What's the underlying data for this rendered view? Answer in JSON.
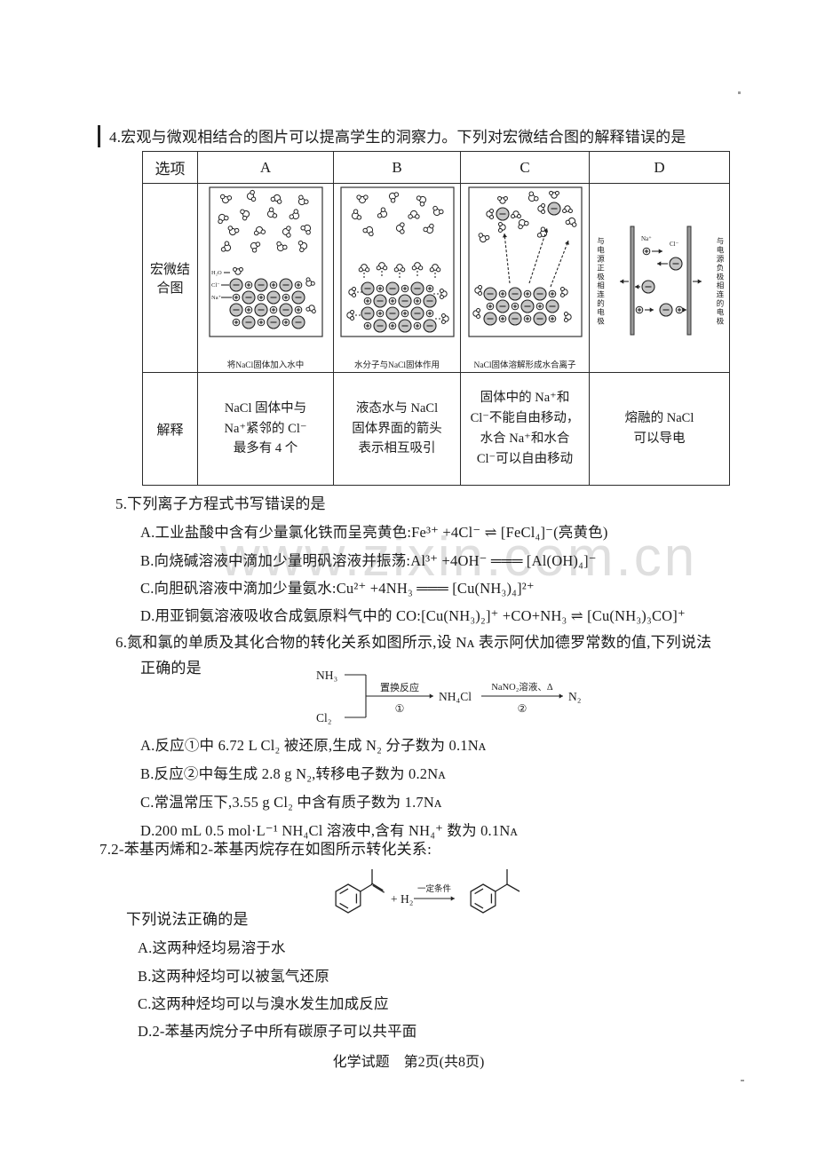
{
  "watermark": "www.zixin.com.cn",
  "footer": "化学试题　第2页(共8页)",
  "q4": {
    "stem": "4.宏观与微观相结合的图片可以提高学生的洞察力。下列对宏微结合图的解释错误的是",
    "table": {
      "header": [
        "选项",
        "A",
        "B",
        "C",
        "D"
      ],
      "row_diagram_label": "宏微结\n合图",
      "row_explain_label": "解释",
      "captions": {
        "A": "将NaCl固体加入水中",
        "B": "水分子与NaCl固体作用",
        "C": "NaCl固体溶解形成水合离子"
      },
      "ion_labels": {
        "h2o": "H₂O",
        "cl": "Cl⁻",
        "na": "Na⁺"
      },
      "electrode_left": "与电源正极相连的电极",
      "electrode_right": "与电源负极相连的电极",
      "explanations": {
        "A": "NaCl 固体中与\nNa⁺紧邻的 Cl⁻\n最多有 4 个",
        "B": "液态水与 NaCl\n固体界面的箭头\n表示相互吸引",
        "C": "固体中的 Na⁺和\nCl⁻不能自由移动，\n水合 Na⁺和水合\nCl⁻可以自由移动",
        "D": "熔融的 NaCl\n可以导电"
      }
    }
  },
  "q5": {
    "stem": "5.下列离子方程式书写错误的是",
    "options": [
      "A.工业盐酸中含有少量氯化铁而呈亮黄色:Fe³⁺ +4Cl⁻ ⇌ [FeCl₄]⁻(亮黄色)",
      "B.向烧碱溶液中滴加少量明矾溶液并振荡:Al³⁺ +4OH⁻ ═══ [Al(OH)₄]⁻",
      "C.向胆矾溶液中滴加少量氨水:Cu²⁺ +4NH₃ ═══ [Cu(NH₃)₄]²⁺",
      "D.用亚铜氨溶液吸收合成氨原料气中的 CO:[Cu(NH₃)₂]⁺ +CO+NH₃ ⇌ [Cu(NH₃)₃CO]⁺"
    ]
  },
  "q6": {
    "stem1": "6.氮和氯的单质及其化合物的转化关系如图所示,设 Nᴀ 表示阿伏加德罗常数的值,下列说法",
    "stem2": "正确的是",
    "diagram": {
      "top": "NH₃",
      "bottom": "Cl₂",
      "step1": "置换反应",
      "step1_no": "①",
      "mid": "NH₄Cl",
      "step2": "NaNO₂溶液、Δ",
      "step2_no": "②",
      "end": "N₂"
    },
    "options": [
      "A.反应①中 6.72 L Cl₂ 被还原,生成 N₂ 分子数为 0.1Nᴀ",
      "B.反应②中每生成 2.8 g N₂,转移电子数为 0.2Nᴀ",
      "C.常温常压下,3.55 g Cl₂ 中含有质子数为 1.7Nᴀ",
      "D.200 mL 0.5 mol·L⁻¹ NH₄Cl 溶液中,含有 NH₄⁺ 数为 0.1Nᴀ"
    ]
  },
  "q7": {
    "stem": "7.2-苯基丙烯和2-苯基丙烷存在如图所示转化关系:",
    "diagram": {
      "plus": "+ H₂",
      "condition": "一定条件"
    },
    "lead": "下列说法正确的是",
    "options": [
      "A.这两种烃均易溶于水",
      "B.这两种烃均可以被氢气还原",
      "C.这两种烃均可以与溴水发生加成反应",
      "D.2-苯基丙烷分子中所有碳原子可以共平面"
    ]
  }
}
